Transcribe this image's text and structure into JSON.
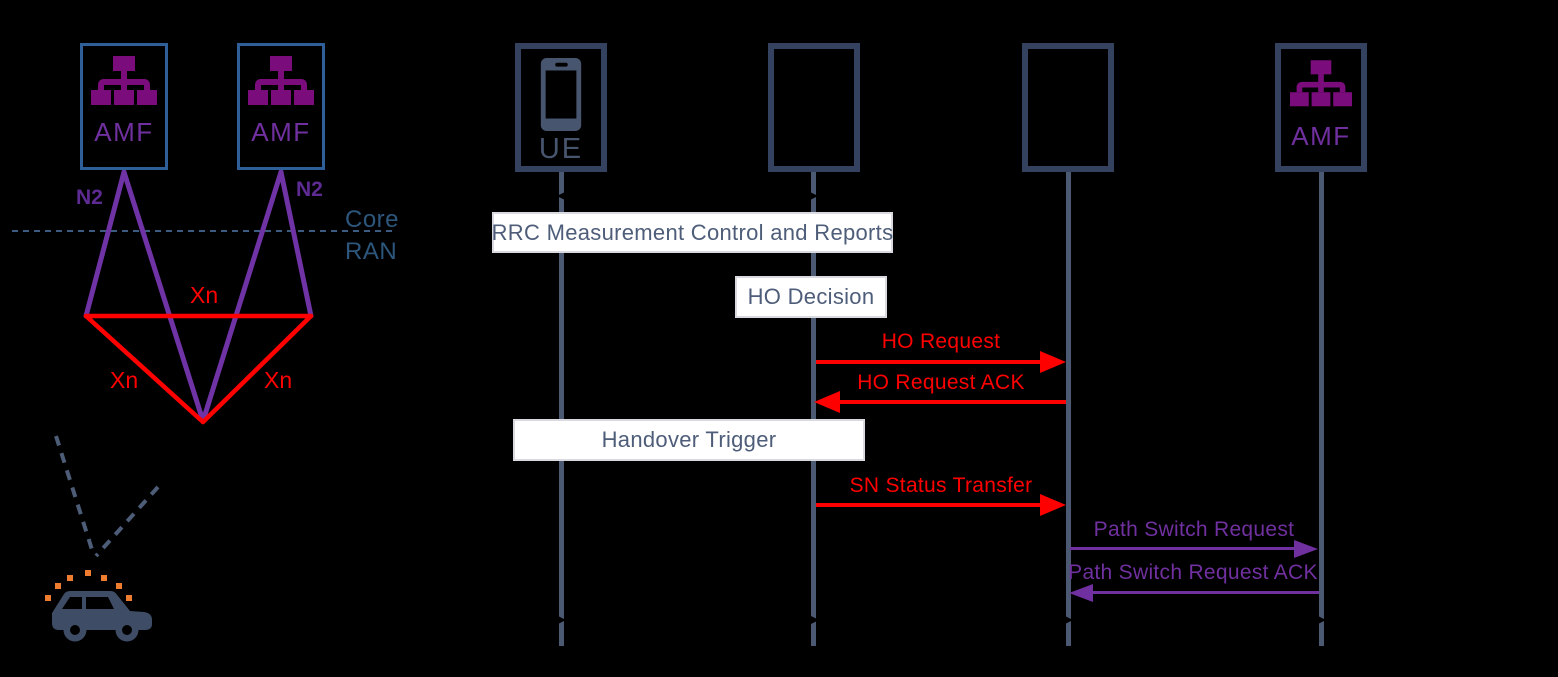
{
  "topology": {
    "amf_boxes": [
      {
        "label": "AMF"
      },
      {
        "label": "AMF"
      }
    ],
    "n2_labels": [
      "N2",
      "N2"
    ],
    "domain_labels": {
      "core": "Core",
      "ran": "RAN"
    },
    "xn_labels": {
      "top": "Xn",
      "left": "Xn",
      "right": "Xn"
    },
    "icons": {
      "amf": "org-chart-icon",
      "vehicle": "car-icon",
      "signal": "signal-dots"
    }
  },
  "sequence": {
    "actors": [
      {
        "label": "UE",
        "icon": "smartphone-icon"
      },
      {
        "label": ""
      },
      {
        "label": ""
      },
      {
        "label": "AMF",
        "icon": "org-chart-icon"
      }
    ],
    "action_boxes": {
      "rrc": "RRC Measurement Control and Reports",
      "ho_decision": "HO Decision",
      "handover_trigger": "Handover Trigger"
    },
    "messages": {
      "ho_request": "HO Request",
      "ho_request_ack": "HO Request ACK",
      "sn_status_transfer": "SN Status Transfer",
      "path_switch_request": "Path Switch Request",
      "path_switch_request_ack": "Path Switch Request ACK"
    }
  },
  "colors": {
    "background": "#000000",
    "red": "#ff0000",
    "violet": "#7030a0",
    "magenta_icon": "#7a0c7b",
    "slate_lifeline": "#4c5972",
    "sequence_border": "#35425f",
    "amf_box_border": "#2f5f99",
    "core_ran_text": "#2d567c",
    "label_text": "#4e5d79",
    "orange": "#ee7d2f",
    "car_body": "#3e4c66",
    "white_box_bg": "#ffffff"
  }
}
